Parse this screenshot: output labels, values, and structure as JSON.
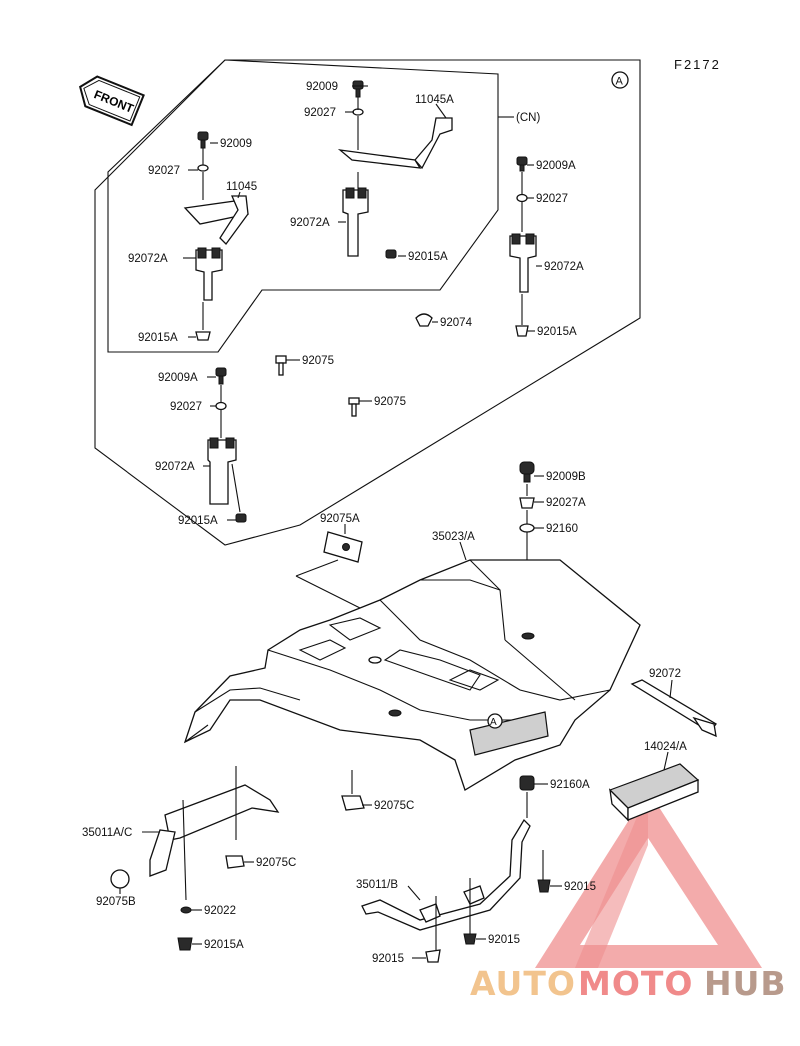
{
  "figure_code": "F2172",
  "region_marker": "A",
  "region_note": "(CN)",
  "direction_label": "FRONT",
  "watermark": {
    "auto": "AUTO",
    "moto": "MOTO",
    "hub": "HUB",
    "colors": {
      "auto": "#f2c48e",
      "moto": "#f08a8a",
      "hub": "#c9a89a",
      "triangle": "#ef8f8f"
    }
  },
  "parts": {
    "p1": "92009",
    "p2": "92027",
    "p3": "11045A",
    "p4": "92009",
    "p5": "92027",
    "p6": "11045",
    "p7": "92072A",
    "p8": "92015A",
    "p9": "92072A",
    "p10": "92015A",
    "p11": "92009A",
    "p12": "92027",
    "p13": "92072A",
    "p14": "92015A",
    "p15": "92074",
    "p16": "92075",
    "p17": "92075",
    "p18": "92009A",
    "p19": "92027",
    "p20": "92072A",
    "p21": "92015A",
    "p22": "92009B",
    "p23": "92027A",
    "p24": "92160",
    "p25": "92075A",
    "p26": "35023/A",
    "p27": "92072",
    "p28": "14024/A",
    "p29": "92160A",
    "p30": "92075C",
    "p31": "35011A/C",
    "p32": "92075C",
    "p33": "92075B",
    "p34": "92022",
    "p35": "92015A",
    "p36": "35011/B",
    "p37": "92015",
    "p38": "92015",
    "p39": "92015"
  }
}
